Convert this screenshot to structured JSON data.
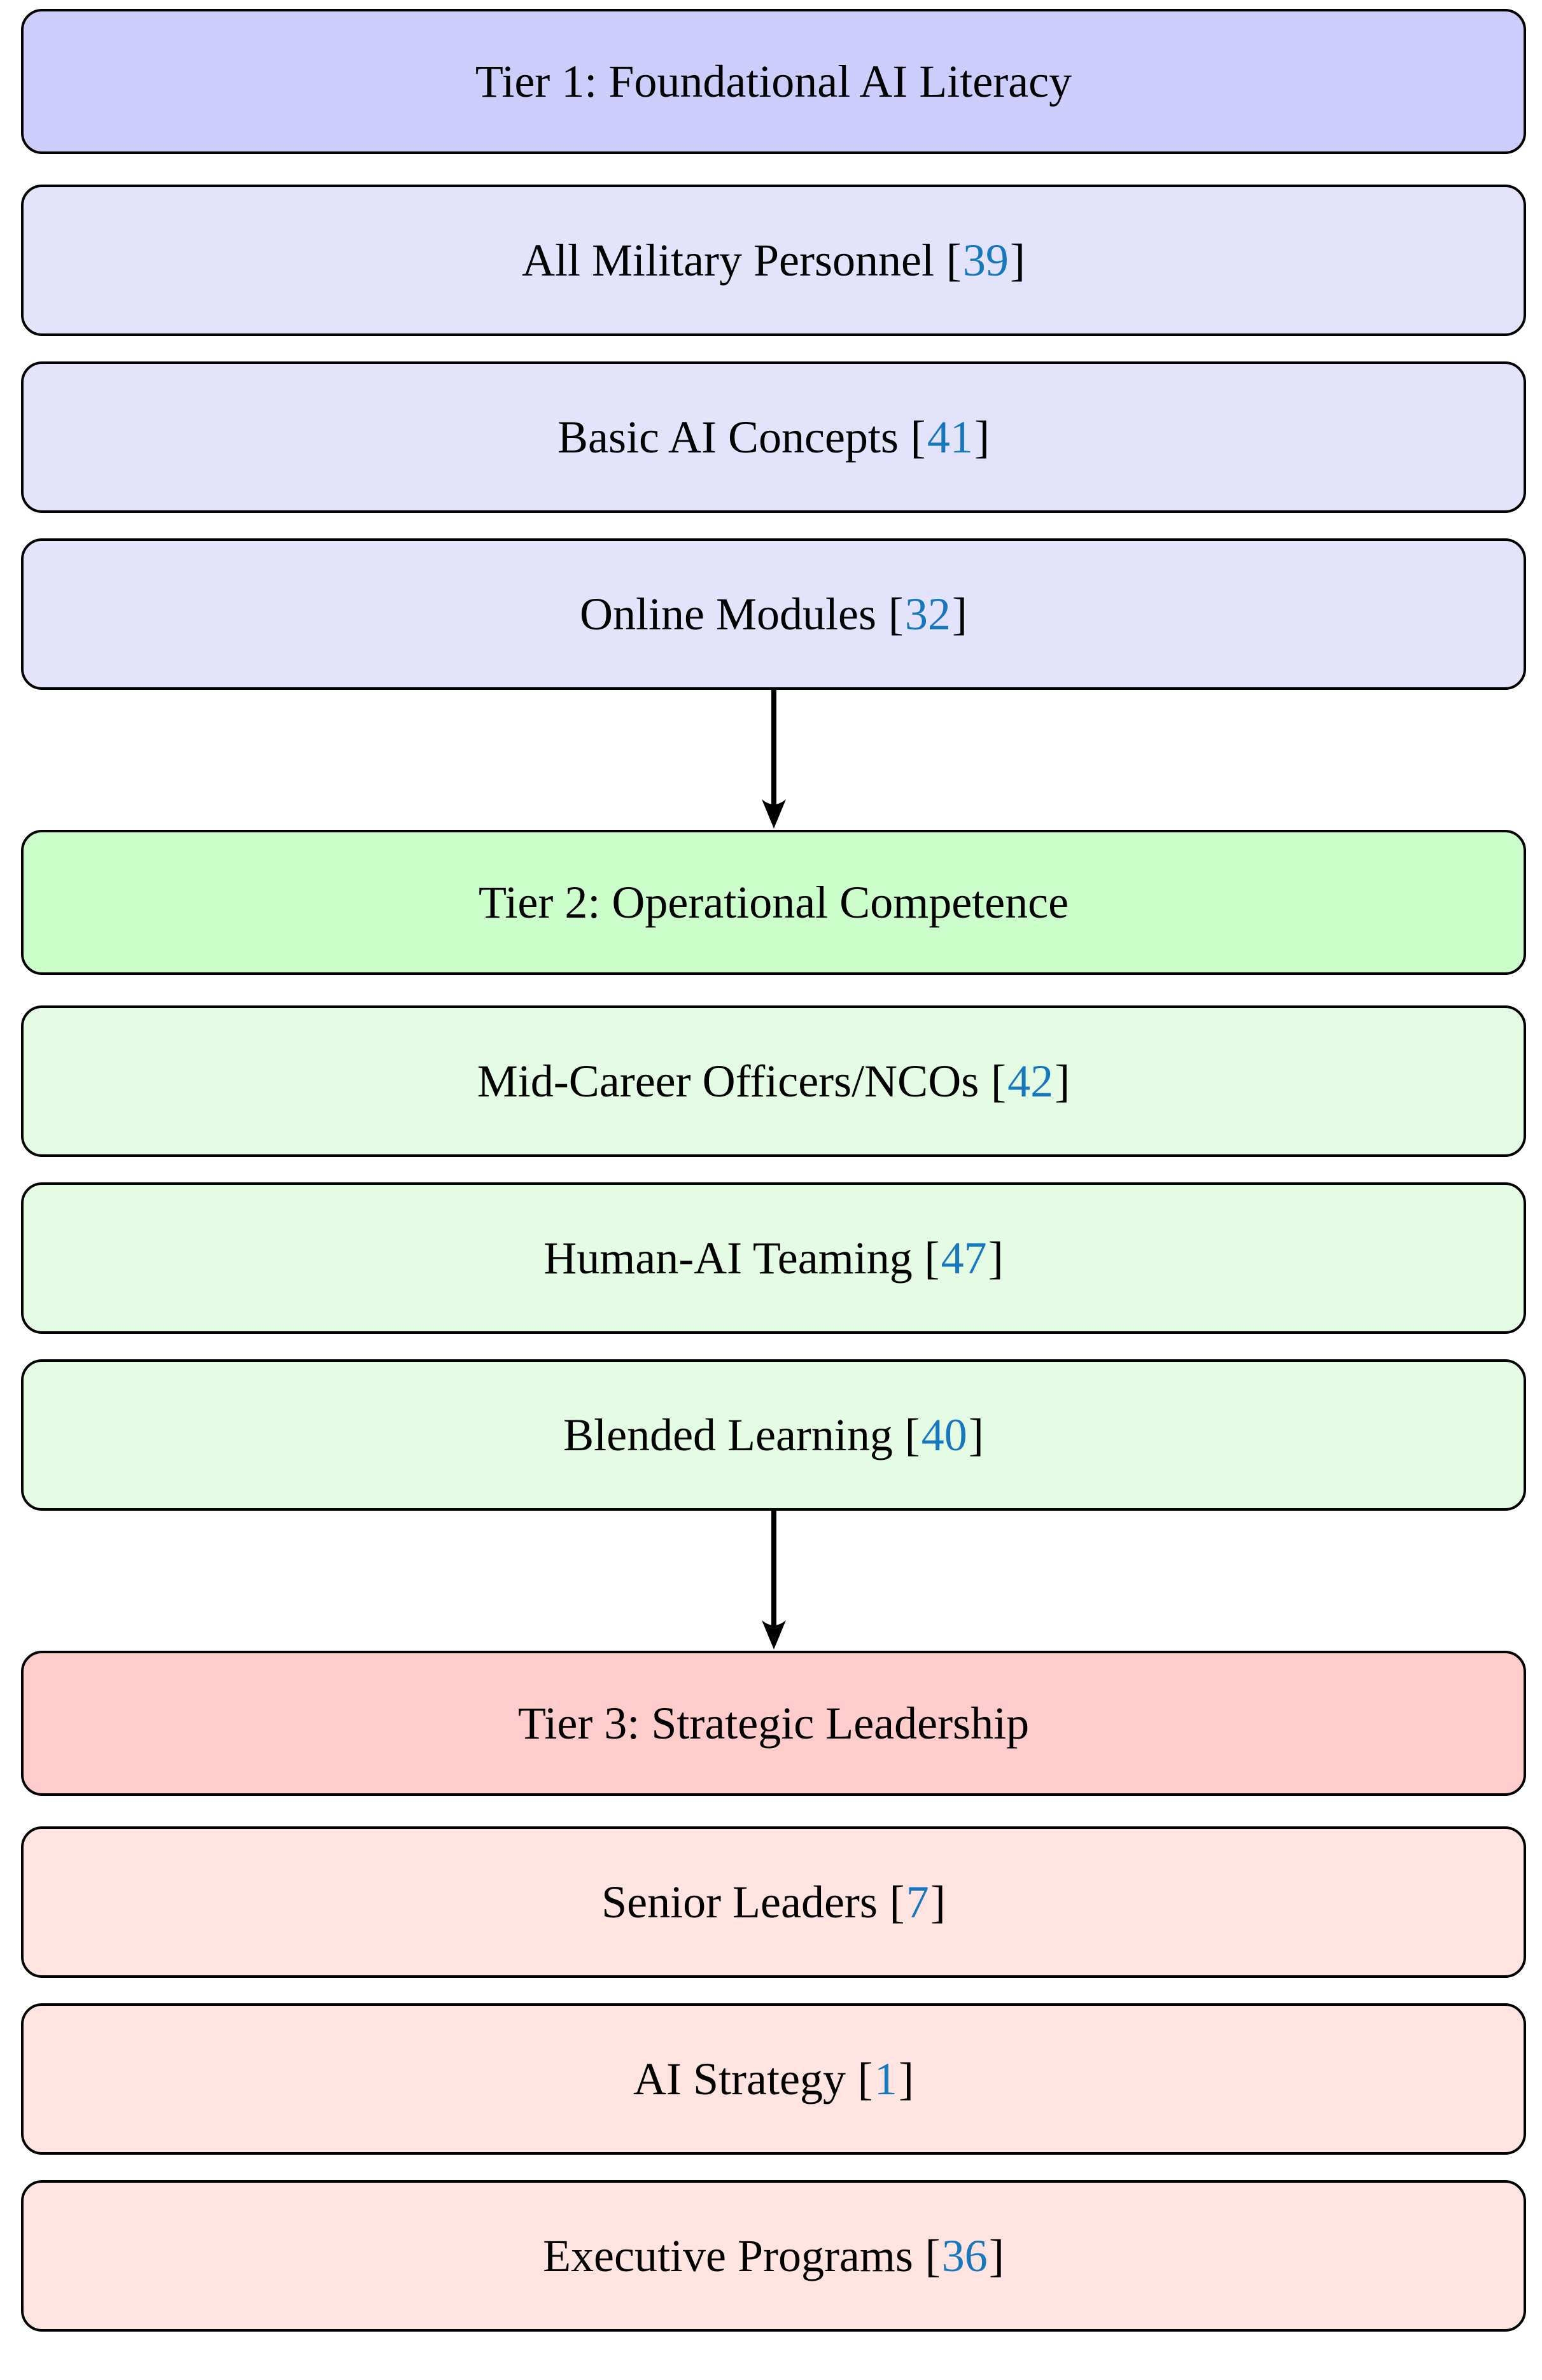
{
  "diagram": {
    "punct": {
      "open": "[",
      "close": "]"
    },
    "colors": {
      "tier1_header_bg": "#cccdfb",
      "tier1_item_bg": "#e3e4fc",
      "tier2_header_bg": "#ccfecc",
      "tier2_item_bg": "#e4fce4",
      "tier3_header_bg": "#fecccb",
      "tier3_item_bg": "#ffe4e2",
      "border": "#000000",
      "citation_link": "#1778be",
      "arrow": "#000000"
    },
    "tiers": [
      {
        "title": "Tier 1: Foundational AI Literacy",
        "items": [
          {
            "label": "All Military Personnel",
            "citation": "39"
          },
          {
            "label": "Basic AI Concepts",
            "citation": "41"
          },
          {
            "label": "Online Modules",
            "citation": "32"
          }
        ]
      },
      {
        "title": "Tier 2: Operational Competence",
        "items": [
          {
            "label": "Mid-Career Officers/NCOs",
            "citation": "42"
          },
          {
            "label": "Human-AI Teaming",
            "citation": "47"
          },
          {
            "label": "Blended Learning",
            "citation": "40"
          }
        ]
      },
      {
        "title": "Tier 3: Strategic Leadership",
        "items": [
          {
            "label": "Senior Leaders",
            "citation": "7"
          },
          {
            "label": "AI Strategy",
            "citation": "1"
          },
          {
            "label": "Executive Programs",
            "citation": "36"
          }
        ]
      }
    ]
  }
}
